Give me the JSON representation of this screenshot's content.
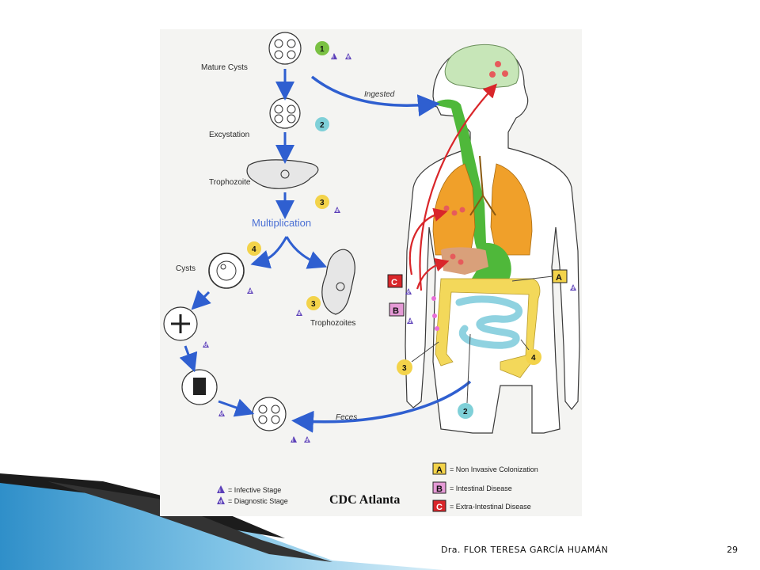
{
  "labels": {
    "mature_cysts": "Mature Cysts",
    "excystation": "Excystation",
    "trophozoite": "Trophozoite",
    "multiplication": "Multiplication",
    "cysts": "Cysts",
    "trophozoites": "Trophozoites",
    "ingested": "Ingested",
    "feces": "Feces"
  },
  "stage_numbers": {
    "s1": "1",
    "s2": "2",
    "s3": "3",
    "s4": "4"
  },
  "triangle": {
    "infective": "i",
    "diagnostic": "d"
  },
  "site_letters": {
    "a": "A",
    "b": "B",
    "c": "C"
  },
  "legend": {
    "infective_stage": "= Infective Stage",
    "diagnostic_stage": "= Diagnostic Stage",
    "a_text": "= Non Invasive Colonization",
    "b_text": "= Intestinal Disease",
    "c_text": "= Extra-Intestinal Disease"
  },
  "credit": "CDC Atlanta",
  "footer": {
    "author": "Dra. FLOR TERESA GARCÍA HUAMÁN",
    "page": "29"
  },
  "colors": {
    "stage1": "#7ac143",
    "stage2": "#7fd0d8",
    "stage34": "#f3d34a",
    "triangle": "#5b3fb8",
    "flow_arrow": "#2f5fd0",
    "blood_arrow": "#d9262a",
    "lungs": "#f0a02a",
    "gut_green": "#4fb83a",
    "brain": "#c7e6b8",
    "colon": "#f3d85a",
    "small_intestine": "#8fd2e0",
    "liver": "#d9a07a",
    "box_a": "#f3d34a",
    "box_b": "#e59ad6",
    "box_c": "#d9262a",
    "decor_dark": "#1a1a1a",
    "decor_blue": "#2c8fc8"
  }
}
